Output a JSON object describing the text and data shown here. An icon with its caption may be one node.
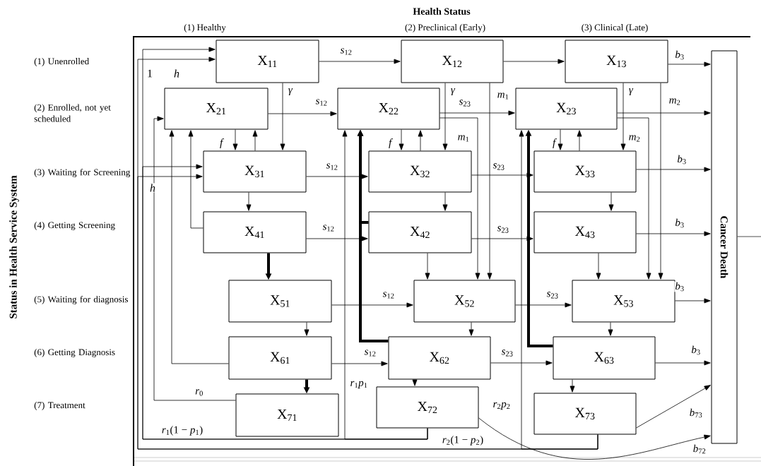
{
  "diagram": {
    "title": "Health Status",
    "nodes": [
      {
        "text": [
          "X$_{11}$"
        ]
      },
      {
        "text": [
          "X$_{12}$"
        ]
      },
      {
        "text": [
          "X$_{13}$"
        ]
      },
      {
        "text": [
          "X$_{21}$"
        ]
      },
      {
        "text": [
          "X$_{22}$"
        ]
      },
      {
        "text": [
          "X$_{23}$"
        ]
      },
      {
        "text": [
          "X$_{31}$"
        ]
      },
      {
        "text": [
          "X$_{32}$"
        ]
      },
      {
        "text": [
          "X$_{33}$"
        ]
      },
      {
        "text": [
          "X$_{41}$"
        ]
      },
      {
        "text": [
          "X$_{42}$"
        ]
      },
      {
        "text": [
          "X$_{43}$"
        ]
      },
      {
        "text": [
          "X$_{51}$"
        ]
      },
      {
        "text": [
          "X$_{52}$"
        ]
      },
      {
        "text": [
          "X$_{53}$"
        ]
      },
      {
        "text": [
          "X$_{61}$"
        ]
      },
      {
        "text": [
          "X$_{62}$"
        ]
      },
      {
        "text": [
          "X$_{63}$"
        ]
      },
      {
        "text": [
          "X$_{71}$"
        ]
      },
      {
        "text": [
          "X$_{72}$"
        ]
      },
      {
        "text": [
          "X$_{73}$"
        ]
      },
      {
        "text": [
          "Cancer Death"
        ]
      }
    ],
    "edges": [
      {
        "from": 0,
        "to": 1,
        "arrow": "to",
        "label": "*s*$_{12}$"
      },
      {
        "from": 1,
        "to": 2,
        "arrow": "to"
      },
      {
        "from": 2,
        "to": 21,
        "arrow": "to",
        "label": "*b*$_{3}$"
      },
      {
        "from": 0,
        "to": 6,
        "arrow": "to",
        "label": "*γ*"
      },
      {
        "from": 1,
        "to": 7,
        "arrow": "to",
        "label": "*γ*"
      },
      {
        "from": 2,
        "to": 8,
        "arrow": "to",
        "label": "*γ*"
      },
      {
        "from": 1,
        "to": 13,
        "arrow": "to",
        "label": "*m*$_{1}$"
      },
      {
        "from": 2,
        "to": 14,
        "arrow": "to",
        "label": "*m*$_{2}$"
      },
      {
        "from": 3,
        "to": 4,
        "arrow": "to",
        "label": "*s*$_{12}$"
      },
      {
        "from": 4,
        "to": 5,
        "arrow": "to",
        "label": "*s*$_{23}$"
      },
      {
        "from": 5,
        "to": 21,
        "arrow": "to"
      },
      {
        "from": 4,
        "to": 13,
        "arrow": "to",
        "label": "*m*$_{1}$"
      },
      {
        "from": 5,
        "to": 14,
        "arrow": "to",
        "label": "*m*$_{2}$"
      },
      {
        "from": 3,
        "to": 6,
        "arrow": "to",
        "label": "*f*"
      },
      {
        "from": 6,
        "to": 3,
        "arrow": "to"
      },
      {
        "from": 4,
        "to": 7,
        "arrow": "to",
        "label": "*f*"
      },
      {
        "from": 7,
        "to": 4,
        "arrow": "to"
      },
      {
        "from": 5,
        "to": 8,
        "arrow": "to",
        "label": "*f*"
      },
      {
        "from": 8,
        "to": 5,
        "arrow": "to"
      },
      {
        "from": 6,
        "to": 7,
        "arrow": "to",
        "label": "*s*$_{12}$"
      },
      {
        "from": 7,
        "to": 8,
        "arrow": "to",
        "label": "*s*$_{23}$"
      },
      {
        "from": 8,
        "to": 21,
        "arrow": "to",
        "label": "*b*$_{3}$"
      },
      {
        "from": 6,
        "to": 9,
        "arrow": "to"
      },
      {
        "from": 7,
        "to": 10,
        "arrow": "to"
      },
      {
        "from": 8,
        "to": 11,
        "arrow": "to"
      },
      {
        "from": 9,
        "to": 10,
        "arrow": "to",
        "label": "*s*$_{12}$"
      },
      {
        "from": 10,
        "to": 11,
        "arrow": "to",
        "label": "*s*$_{23}$"
      },
      {
        "from": 11,
        "to": 21,
        "arrow": "to",
        "label": "*b*$_{3}$"
      },
      {
        "from": 9,
        "to": 3,
        "arrow": "to"
      },
      {
        "from": 9,
        "to": 12,
        "arrow": "to",
        "style": "thick"
      },
      {
        "from": 10,
        "to": 13,
        "arrow": "to"
      },
      {
        "from": 11,
        "to": 14,
        "arrow": "to"
      },
      {
        "from": 12,
        "to": 13,
        "arrow": "to",
        "label": "*s*$_{12}$"
      },
      {
        "from": 13,
        "to": 14,
        "arrow": "to",
        "label": "*s*$_{23}$"
      },
      {
        "from": 14,
        "to": 21,
        "arrow": "to",
        "label": "*b*$_{3}$"
      },
      {
        "from": 12,
        "to": 15,
        "arrow": "to"
      },
      {
        "from": 13,
        "to": 16,
        "arrow": "to"
      },
      {
        "from": 14,
        "to": 17,
        "arrow": "to"
      },
      {
        "from": 15,
        "to": 16,
        "arrow": "to",
        "label": "*s*$_{12}$"
      },
      {
        "from": 16,
        "to": 17,
        "arrow": "to",
        "label": "*s*$_{23}$"
      },
      {
        "from": 17,
        "to": 21,
        "arrow": "to",
        "label": "*b*$_{3}$"
      },
      {
        "from": 15,
        "to": 3,
        "arrow": "to"
      },
      {
        "from": 15,
        "to": 18,
        "arrow": "to",
        "style": "thick"
      },
      {
        "from": 16,
        "to": 19,
        "arrow": "to"
      },
      {
        "from": 17,
        "to": 20,
        "arrow": "to"
      },
      {
        "from": 10,
        "to": 4,
        "arrow": "to",
        "style": "thick"
      },
      {
        "from": 16,
        "to": 4,
        "arrow": "to",
        "style": "thick"
      },
      {
        "from": 17,
        "to": 5,
        "arrow": "to",
        "style": "thick"
      },
      {
        "from": 18,
        "to": 3,
        "arrow": "to",
        "label": "*r*$_{0}$"
      },
      {
        "from": 19,
        "to": 4,
        "arrow": "to",
        "label": "*r*$_{1}$*p*$_{1}$"
      },
      {
        "from": 19,
        "to": 0,
        "arrow": "to",
        "label": "*r*$_{1}$(1 − *p*$_{1}$)"
      },
      {
        "from": 19,
        "to": 6,
        "arrow": "to"
      },
      {
        "from": 20,
        "to": 5,
        "arrow": "to",
        "label": "*r*$_{2}$*p*$_{2}$"
      },
      {
        "from": 20,
        "to": 0,
        "arrow": "to",
        "label": "*r*$_{2}$(1 − *p*$_{2}$)"
      },
      {
        "from": 20,
        "to": 6,
        "arrow": "to"
      },
      {
        "from": 20,
        "to": 21,
        "arrow": "to",
        "label": "*b*$_{73}$"
      },
      {
        "from": 19,
        "to": 21,
        "arrow": "to",
        "label": "*b*$_{72}$"
      },
      {
        "from": 21,
        "to": null,
        "arrow": "none"
      }
    ],
    "labels": [
      "Status in Health Service System",
      "(1) Healthy",
      "(2) Preclinical (Early)",
      "(3) Clinical (Late)",
      "(1) Unenrolled",
      "(2) Enrolled, not yet scheduled",
      "(3) Waiting for Screening",
      "(4) Getting Screening",
      "(5) Waiting for diagnosis",
      "(6) Getting Diagnosis",
      "(7) Treatment",
      "1",
      "*h*",
      "*h*"
    ]
  }
}
